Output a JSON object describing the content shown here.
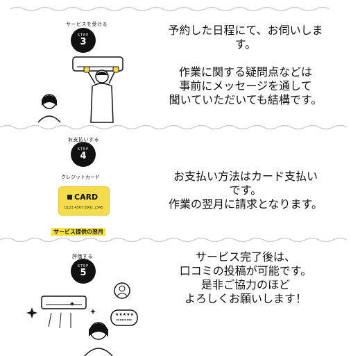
{
  "step3": {
    "tag": "サービスを受ける",
    "badge_word": "STEP",
    "badge_number": "3",
    "text": "予約した日程にて、お伺いしま\nす。\n\n作業に関する疑問点などは\n事前にメッセージを通して\n聞いていただいても結構です。"
  },
  "step4": {
    "tag": "お支払いする",
    "badge_word": "STEP",
    "badge_number": "4",
    "card_label": "クレジットカード",
    "card_title": "CARD",
    "card_number": "0123 4567 8901 2345",
    "highlight": "サービス提供の翌月",
    "text": "お支払い方法はカード支払い\nです。\n作業の翌月に請求となります。"
  },
  "step5": {
    "tag": "評価する",
    "badge_word": "STEP",
    "badge_number": "5",
    "stars": "★★★★★",
    "text": "サービス完了後は、\n口コミの投稿が可能です。\n是非ご協力のほど\nよろしくお願いします！"
  },
  "colors": {
    "accent_yellow": "#f4dc4a",
    "ink": "#111111"
  }
}
